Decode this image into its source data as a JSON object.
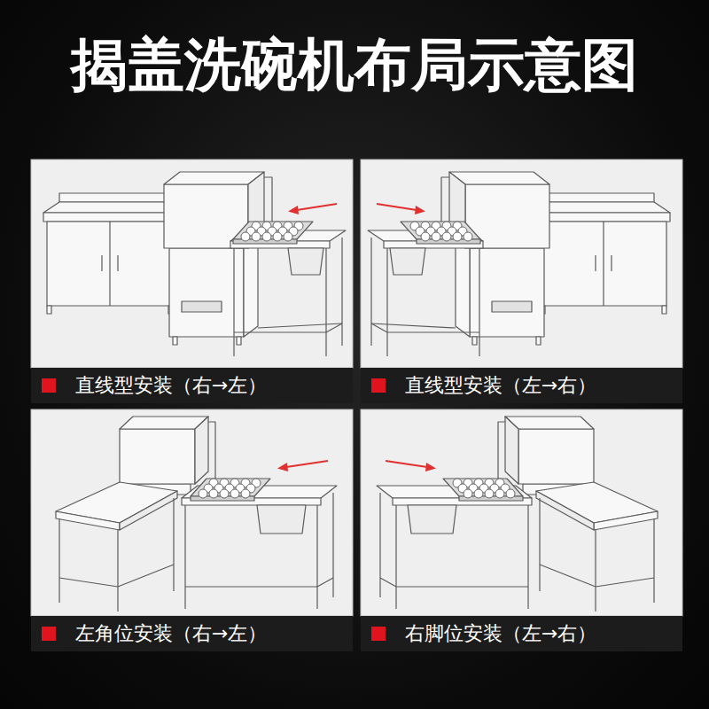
{
  "diagram": {
    "title": "揭盖洗碗机布局示意图",
    "nodes": [
      {
        "text": [
          "直线型安装（右→左）"
        ]
      },
      {
        "text": [
          "直线型安装（左→右）"
        ]
      },
      {
        "text": [
          "左角位安装（右→左）"
        ]
      },
      {
        "text": [
          "右脚位安装（左→右）"
        ]
      }
    ]
  }
}
